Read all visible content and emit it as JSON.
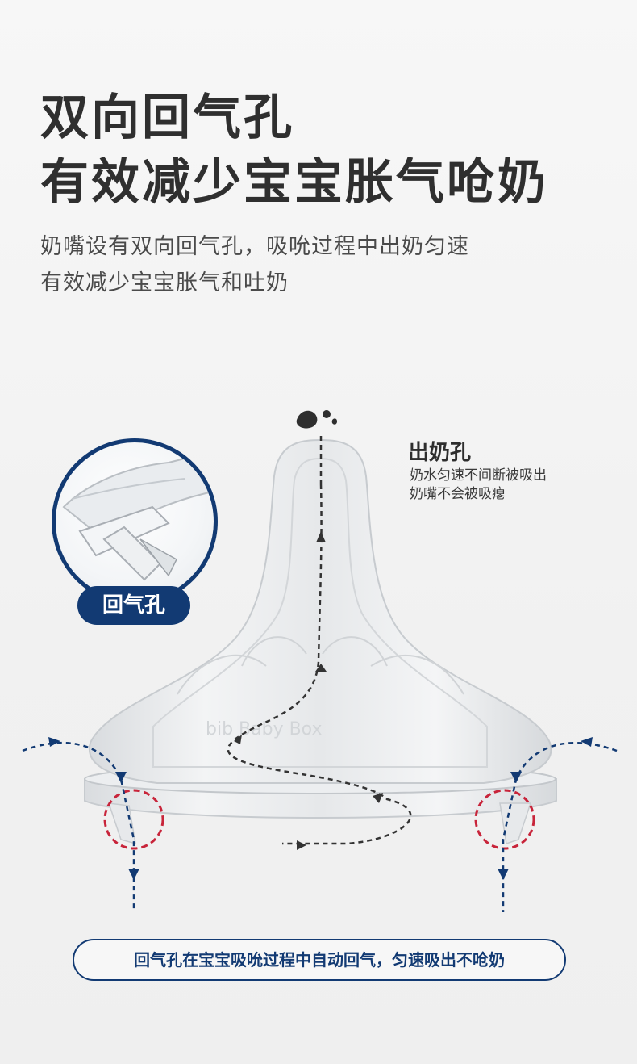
{
  "headline": {
    "line1": "双向回气孔",
    "line2": "有效减少宝宝胀气呛奶"
  },
  "subheadline": {
    "line1": "奶嘴设有双向回气孔，吸吮过程中出奶匀速",
    "line2": "有效减少宝宝胀气和吐奶"
  },
  "outlet": {
    "title": "出奶孔",
    "desc_line1": "奶水匀速不间断被吸出",
    "desc_line2": "奶嘴不会被吸瘪"
  },
  "vent_callout": {
    "label": "回气孔"
  },
  "nipple_embossed_text": "bib Baby Box",
  "footer_note": "回气孔在宝宝吸吮过程中自动回气，匀速吸出不呛奶",
  "colors": {
    "title": "#2f2f2f",
    "accent_navy": "#123a73",
    "highlight_red": "#c8243a",
    "background": "#f4f4f4"
  }
}
